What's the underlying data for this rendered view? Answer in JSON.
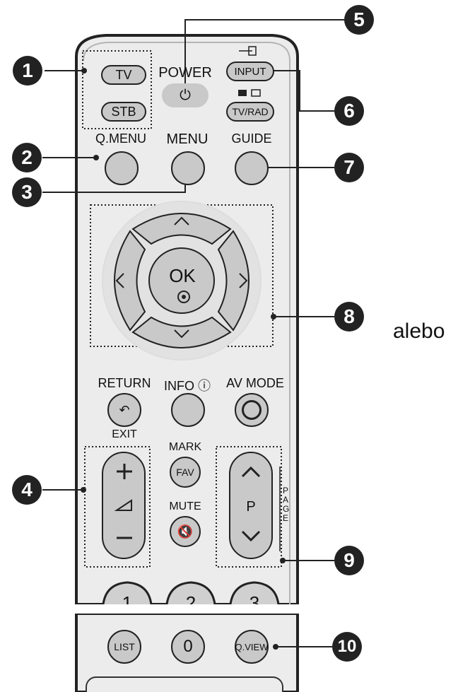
{
  "side_text": "alebo",
  "callouts": [
    "1",
    "2",
    "3",
    "4",
    "5",
    "6",
    "7",
    "8",
    "9",
    "10"
  ],
  "remote": {
    "power": {
      "label": "POWER"
    },
    "tv": {
      "label": "TV"
    },
    "stb": {
      "label": "STB"
    },
    "input": {
      "label": "INPUT"
    },
    "tvrad": {
      "label": "TV/RAD"
    },
    "qmenu": {
      "label": "Q.MENU"
    },
    "menu": {
      "label": "MENU"
    },
    "guide": {
      "label": "GUIDE"
    },
    "ok": {
      "label": "OK"
    },
    "return": {
      "label": "RETURN",
      "sub": "EXIT"
    },
    "info": {
      "label": "INFO ⓘ"
    },
    "avmode": {
      "label": "AV MODE"
    },
    "mark": {
      "label": "MARK"
    },
    "fav": {
      "label": "FAV"
    },
    "mute": {
      "label": "MUTE"
    },
    "program": {
      "label": "P"
    },
    "page": {
      "label": "PAGE"
    },
    "digits": [
      "1",
      "2",
      "3"
    ],
    "list": {
      "label": "LIST"
    },
    "zero": {
      "label": "0"
    },
    "qview": {
      "label": "Q.VIEW"
    }
  }
}
